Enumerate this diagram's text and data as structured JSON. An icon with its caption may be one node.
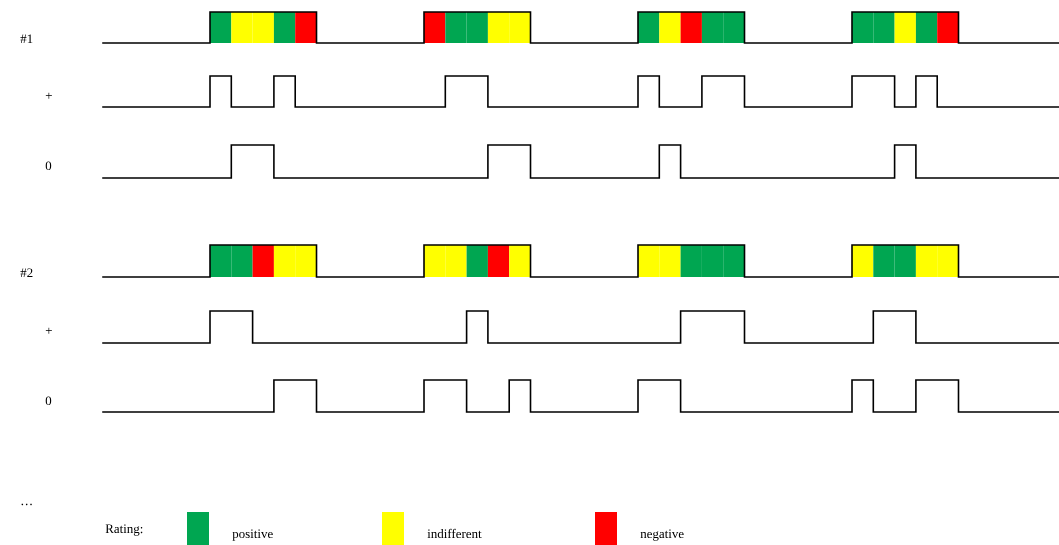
{
  "diagram": {
    "labels": [
      "#1",
      "+",
      "0",
      "#2",
      "+",
      "0",
      "…",
      "Rating:"
    ],
    "legend": [
      {
        "text": "positive",
        "color": "#00a651"
      },
      {
        "text": "indifferent",
        "color": "#ffff00"
      },
      {
        "text": "negative",
        "color": "#ff0000"
      }
    ]
  }
}
